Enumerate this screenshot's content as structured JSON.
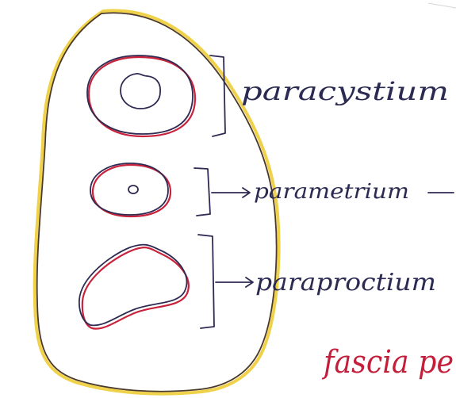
{
  "diagram": {
    "labels": {
      "top": "paracystium",
      "middle": "parametrium",
      "bottom": "paraproctium",
      "fascia": "fascia pe"
    },
    "colors": {
      "ink": "#2e2a52",
      "red": "#c8223c",
      "yellow": "#f0d24a",
      "outline": "#4b3a2a"
    }
  }
}
